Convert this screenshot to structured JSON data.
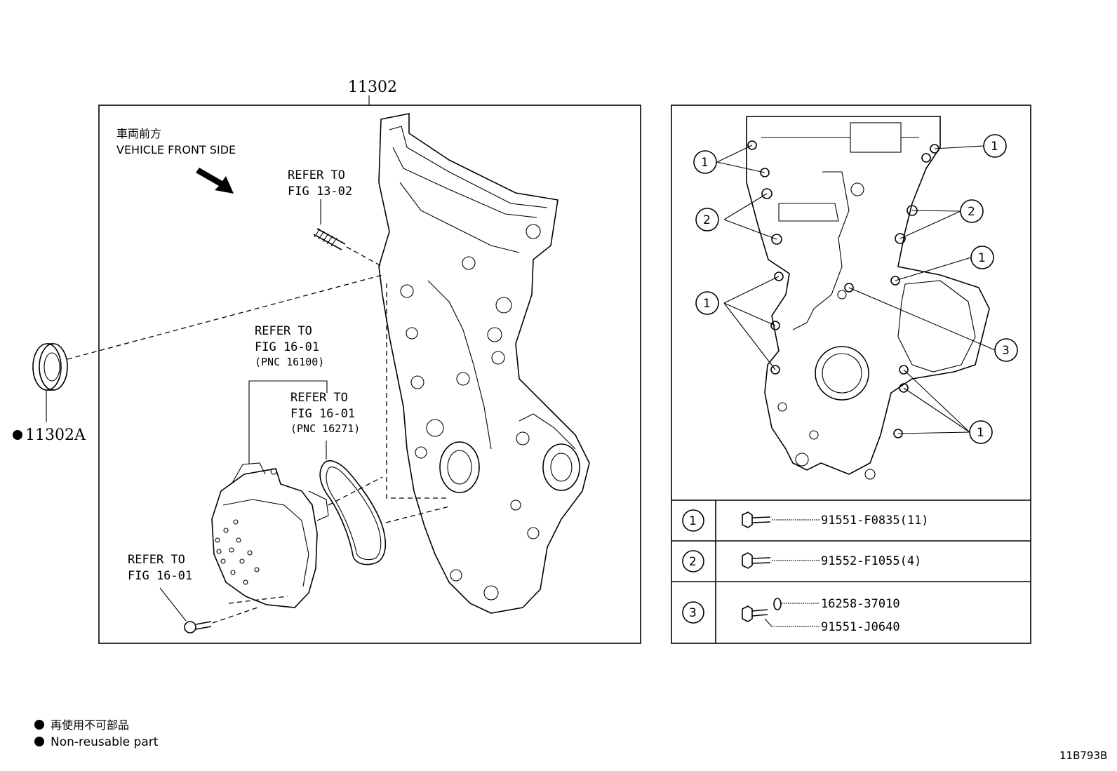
{
  "main_part_label": "11302",
  "seal_part_label": "11302A",
  "direction": {
    "jp": "車両前方",
    "en": "VEHICLE FRONT SIDE"
  },
  "callouts": {
    "refer_13": {
      "line1": "REFER TO",
      "line2": "FIG 13-02"
    },
    "refer_16100": {
      "line1": "REFER TO",
      "line2": "FIG 16-01",
      "line3": "(PNC 16100)"
    },
    "refer_16271": {
      "line1": "REFER TO",
      "line2": "FIG 16-01",
      "line3": "(PNC 16271)"
    },
    "refer_bolt": {
      "line1": "REFER TO",
      "line2": "FIG 16-01"
    }
  },
  "bolt_callouts": [
    "1",
    "2",
    "3"
  ],
  "bolt_table": [
    {
      "ref": "1",
      "parts": [
        "91551-F0835(11)"
      ]
    },
    {
      "ref": "2",
      "parts": [
        "91552-F1055(4)"
      ]
    },
    {
      "ref": "3",
      "parts": [
        "16258-37010",
        "91551-J0640"
      ]
    }
  ],
  "legend": {
    "jp": "再使用不可部品",
    "en": "Non-reusable part"
  },
  "diagram_code": "11B793B"
}
